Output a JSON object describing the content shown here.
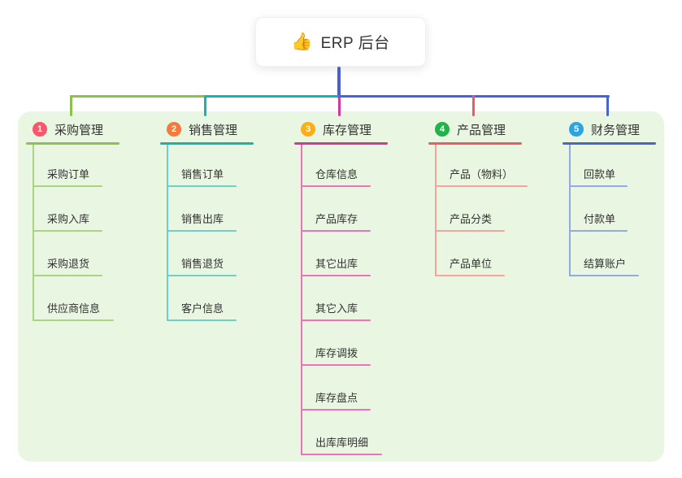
{
  "root": {
    "icon": "👍",
    "label": "ERP 后台"
  },
  "colors": {
    "canvas_bg": "#ffffff",
    "panel_bg": "#e9f6e2",
    "trunk": "#4a5fd0",
    "text": "#333333"
  },
  "branches": [
    {
      "num": "1",
      "label": "采购管理",
      "badge_color": "#f8566b",
      "line_color": "#8cc152",
      "sub_color": "#aad57f",
      "children": [
        "采购订单",
        "采购入库",
        "采购退货",
        "供应商信息"
      ]
    },
    {
      "num": "2",
      "label": "销售管理",
      "badge_color": "#f5793c",
      "line_color": "#13b5b1",
      "sub_color": "#6fcfc9",
      "children": [
        "销售订单",
        "销售出库",
        "销售退货",
        "客户信息"
      ]
    },
    {
      "num": "3",
      "label": "库存管理",
      "badge_color": "#fcae17",
      "line_color": "#d9339e",
      "sub_color": "#f070ba",
      "children": [
        "仓库信息",
        "产品库存",
        "其它出库",
        "其它入库",
        "库存调拨",
        "库存盘点",
        "出库库明细"
      ]
    },
    {
      "num": "4",
      "label": "产品管理",
      "badge_color": "#22b24c",
      "line_color": "#f8565e",
      "sub_color": "#f8a29b",
      "children": [
        "产品（物料）",
        "产品分类",
        "产品单位"
      ]
    },
    {
      "num": "5",
      "label": "财务管理",
      "badge_color": "#2ba4e0",
      "line_color": "#4a63d2",
      "sub_color": "#92a9e8",
      "children": [
        "回款单",
        "付款单",
        "结算账户"
      ]
    }
  ]
}
